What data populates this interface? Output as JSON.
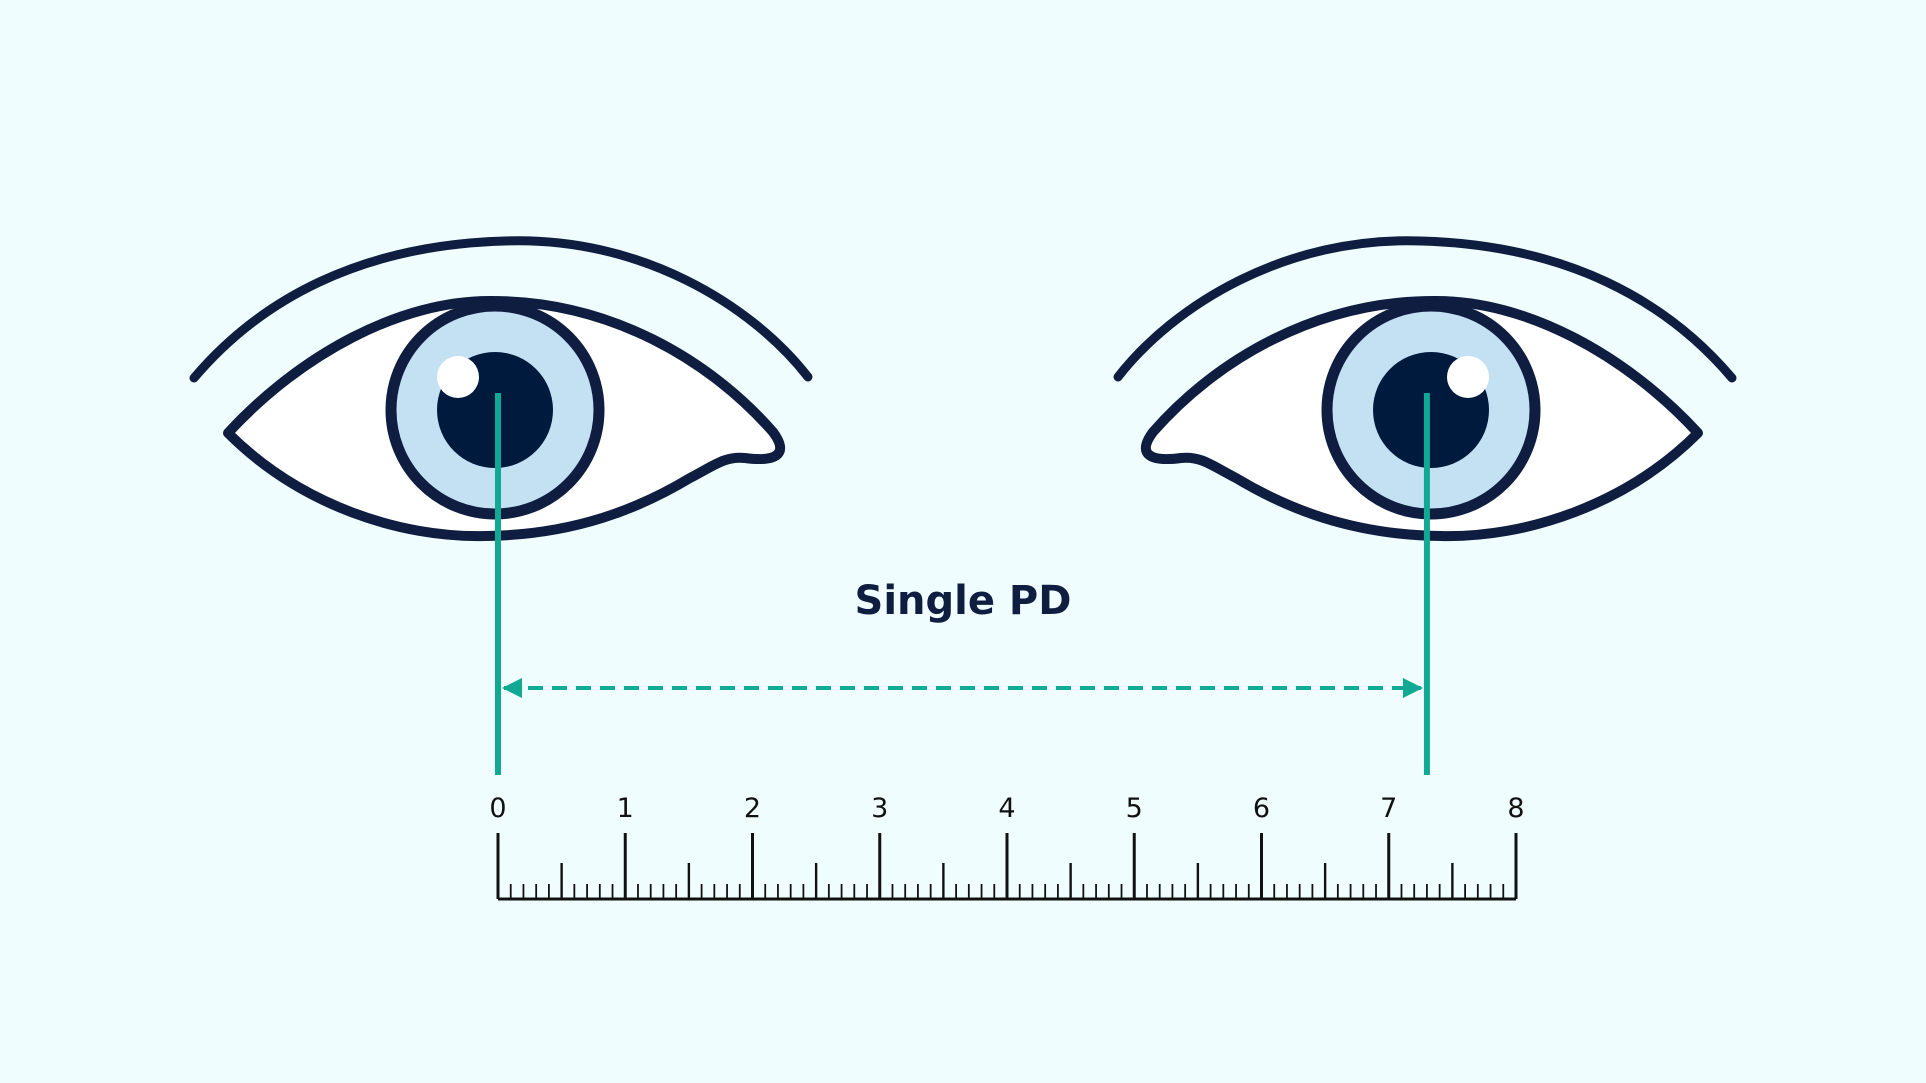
{
  "label": "Single PD",
  "ruler": {
    "labels": [
      "0",
      "1",
      "2",
      "3",
      "4",
      "5",
      "6",
      "7",
      "8"
    ],
    "min": 0,
    "max": 8,
    "minor_per_unit": 10
  },
  "pd_marks": {
    "left": 0,
    "right": 7.3
  },
  "colors": {
    "background": "#f0fdfe",
    "outline": "#0f1d40",
    "iris": "#c3e1f3",
    "pupil": "#001a3e",
    "sclera": "#ffffff",
    "accent": "#11a894",
    "text": "#0f1d40",
    "ruler": "#111111"
  },
  "icons": [
    "left-eye-icon",
    "right-eye-icon"
  ]
}
